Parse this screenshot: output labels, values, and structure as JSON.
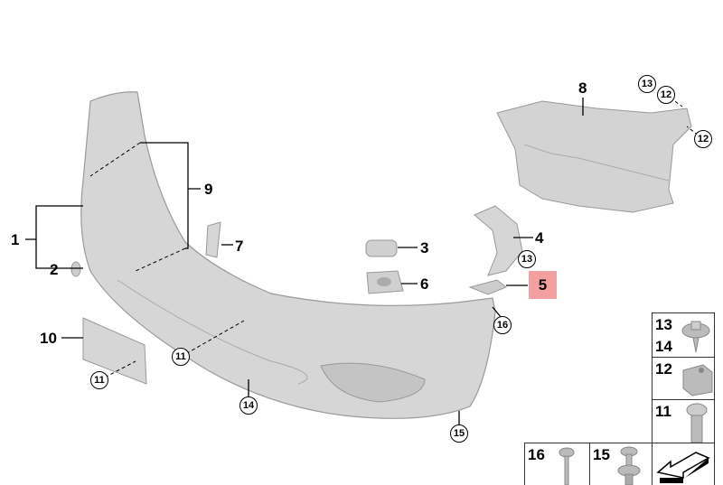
{
  "callouts": {
    "p1": "1",
    "p2": "2",
    "p3": "3",
    "p4": "4",
    "p5": "5",
    "p6": "6",
    "p7": "7",
    "p8": "8",
    "p9": "9",
    "p10": "10",
    "c11a": "11",
    "c11b": "11",
    "c12a": "12",
    "c12b": "12",
    "c13a": "13",
    "c13b": "13",
    "c14": "14",
    "c15": "15",
    "c16": "16"
  },
  "highlighted_part": "5",
  "highlight_color": "#f4a0a0",
  "legend": {
    "cell_13_14": [
      "13",
      "14"
    ],
    "cell_12": "12",
    "cell_11": "11",
    "cell_16": "16",
    "cell_15": "15"
  }
}
